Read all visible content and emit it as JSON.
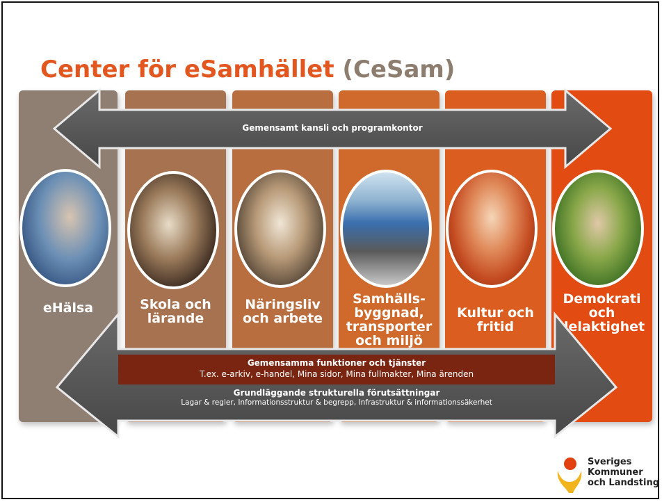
{
  "slide": {
    "title_main": "Center för eSamhället",
    "title_sub": "(CeSam)"
  },
  "top_arrow": {
    "label": "Gemensamt kansli och programkontor"
  },
  "columns": [
    {
      "label": "eHälsa",
      "color": "#8f7f72"
    },
    {
      "label": "Skola och lärande",
      "color": "#a6724f"
    },
    {
      "label": "Näringsliv och arbete",
      "color": "#b86e3f"
    },
    {
      "label": "Samhälls- byggnad, transporter och miljö",
      "color": "#cf6a2c"
    },
    {
      "label": "Kultur och fritid",
      "color": "#db5e20"
    },
    {
      "label": "Demokrati och delaktighet",
      "color": "#e24b12"
    }
  ],
  "band": {
    "title": "Gemensamma funktioner och tjänster",
    "items": "T.ex. e-arkiv, e-handel, Mina sidor, Mina fullmakter, Mina ärenden"
  },
  "lower_arrow": {
    "title": "Grundläggande strukturella förutsättningar",
    "items": "Lagar & regler, Informationsstruktur & begrepp, Infrastruktur & informationssäkerhet"
  },
  "logo": {
    "line1": "Sveriges",
    "line2": "Kommuner",
    "line3": "och Landsting"
  }
}
